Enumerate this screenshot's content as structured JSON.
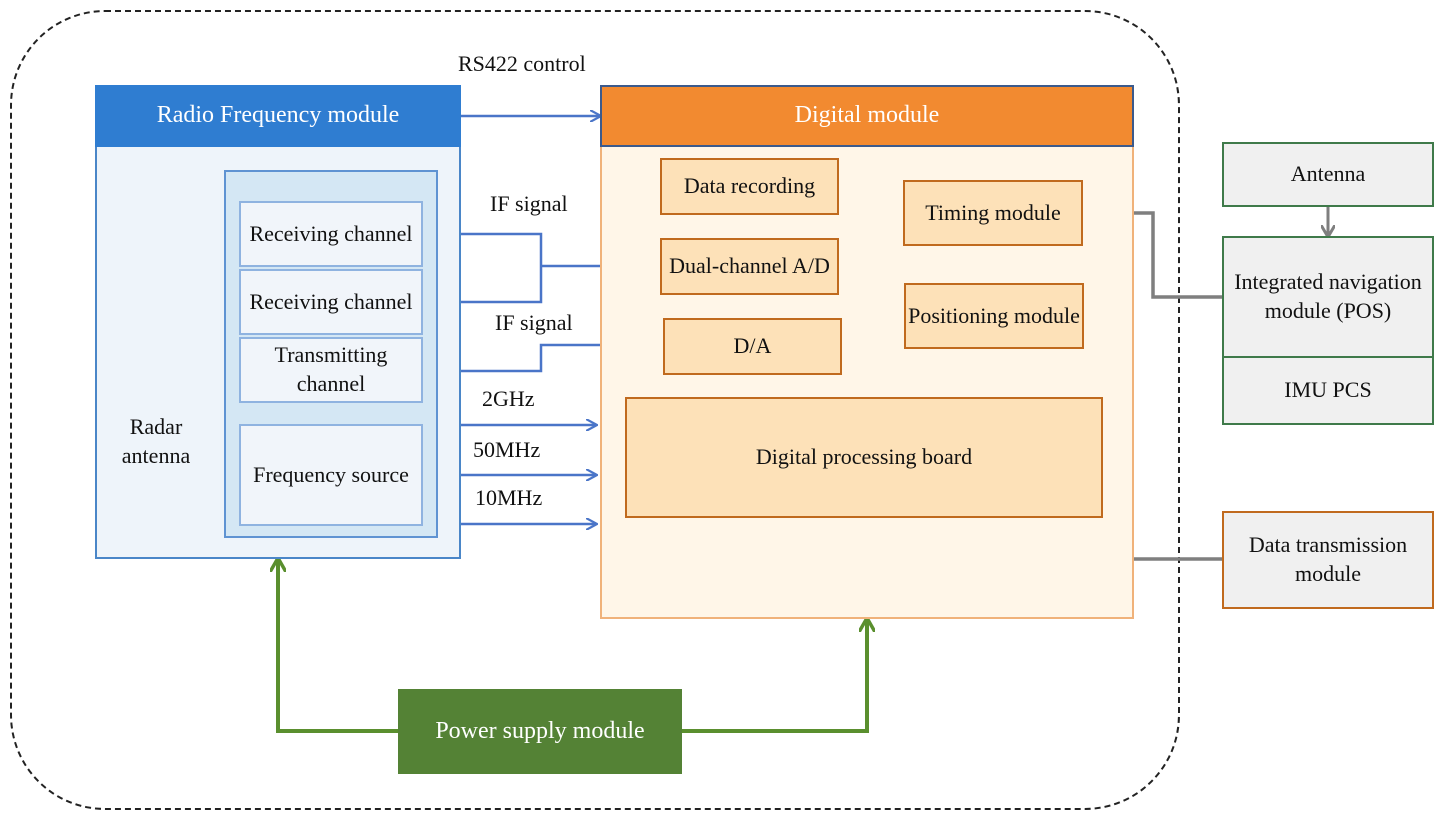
{
  "rf_module": {
    "title": "Radio Frequency module",
    "receiving_channel_1": "Receiving channel",
    "receiving_channel_2": "Receiving channel",
    "transmitting_channel": "Transmitting channel",
    "frequency_source": "Frequency source",
    "radar_antenna": "Radar antenna"
  },
  "digital_module": {
    "title": "Digital module",
    "data_recording": "Data recording",
    "dual_channel_ad": "Dual-channel A/D",
    "da": "D/A",
    "timing_module": "Timing module",
    "positioning_module": "Positioning module",
    "processing_board": "Digital processing board"
  },
  "external": {
    "antenna": "Antenna",
    "integrated_navigation": "Integrated navigation module (POS)",
    "imu_pcs": "IMU PCS",
    "data_transmission": "Data transmission module"
  },
  "power_supply": "Power supply module",
  "signals": {
    "rs422": "RS422  control",
    "if_signal_in": "IF signal",
    "if_signal_out": "IF signal",
    "clk_2ghz": "2GHz",
    "clk_50mhz": "50MHz",
    "clk_10mhz": "10MHz"
  },
  "colors": {
    "rf_blue": "#2f7dd1",
    "digital_orange": "#f28a30",
    "power_green": "#548235",
    "signal_blue": "#4a75c8",
    "digital_arrow": "#c8661c",
    "nav_gray": "#7f7f7f",
    "power_arrow": "#5a8f2e"
  }
}
